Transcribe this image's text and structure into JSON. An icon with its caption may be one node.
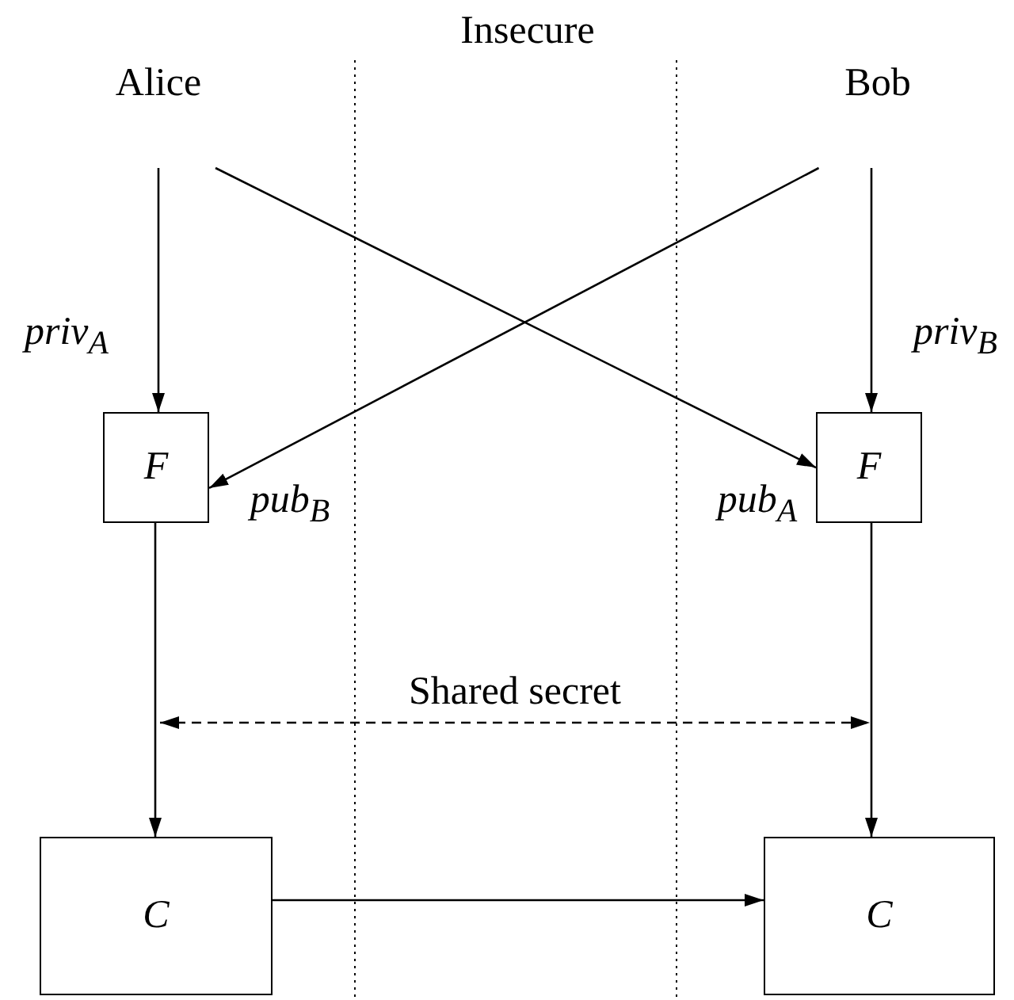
{
  "diagram": {
    "nodes": [
      {
        "text": [
          "Alice"
        ]
      },
      {
        "text": [
          "Bob"
        ]
      },
      {
        "text": [
          "F"
        ]
      },
      {
        "text": [
          "F"
        ]
      },
      {
        "text": [
          "C"
        ]
      },
      {
        "text": [
          "C"
        ]
      }
    ],
    "edges": [
      {
        "from": 0,
        "to": 2,
        "arrow": "to",
        "label": "priv$_{A}$"
      },
      {
        "from": 0,
        "to": 3,
        "arrow": "to",
        "label": "pub$_{A}$"
      },
      {
        "from": 1,
        "to": 2,
        "arrow": "to",
        "label": "pub$_{B}$"
      },
      {
        "from": 1,
        "to": 3,
        "arrow": "to",
        "label": "priv$_{B}$"
      },
      {
        "from": 2,
        "to": 4,
        "arrow": "to"
      },
      {
        "from": 3,
        "to": 5,
        "arrow": "to"
      },
      {
        "from": 4,
        "to": 5,
        "arrow": "to"
      }
    ],
    "labels": [
      "Insecure",
      "Shared secret"
    ]
  }
}
